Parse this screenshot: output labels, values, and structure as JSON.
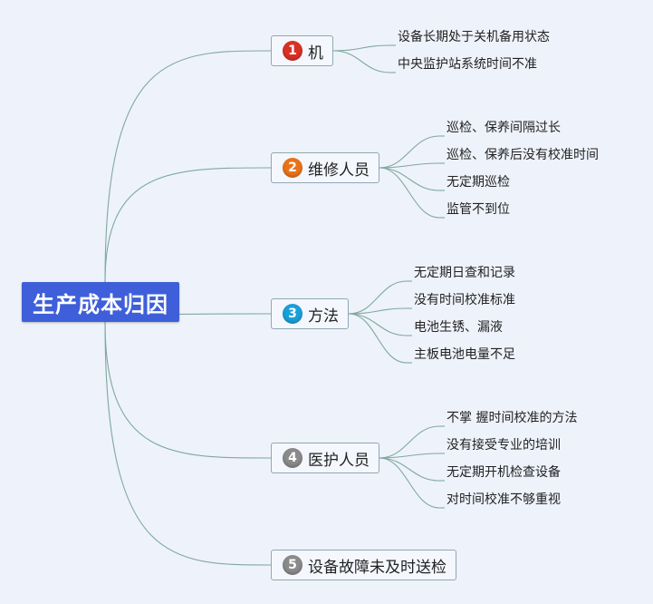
{
  "root": {
    "title": "生产成本归因"
  },
  "colors": {
    "root_bg": "#3e5fd9",
    "link": "#7fa8a0"
  },
  "branches": [
    {
      "number": "1",
      "label": "机",
      "badge_color": "#d93025",
      "items": [
        "设备长期处于关机备用状态",
        "中央监护站系统时间不准"
      ]
    },
    {
      "number": "2",
      "label": "维修人员",
      "badge_color": "#e8731a",
      "items": [
        "巡检、保养间隔过长",
        "巡检、保养后没有校准时间",
        "无定期巡检",
        "监管不到位"
      ]
    },
    {
      "number": "3",
      "label": "方法",
      "badge_color": "#1a9fd9",
      "items": [
        "无定期日查和记录",
        "没有时间校准标准",
        "电池生锈、漏液",
        "主板电池电量不足"
      ]
    },
    {
      "number": "4",
      "label": "医护人员",
      "badge_color": "#8a8a8a",
      "items": [
        "不掌 握时间校准的方法",
        "没有接受专业的培训",
        "无定期开机检查设备",
        "对时间校准不够重视"
      ]
    },
    {
      "number": "5",
      "label": "设备故障未及时送检",
      "badge_color": "#8a8a8a",
      "items": []
    }
  ]
}
